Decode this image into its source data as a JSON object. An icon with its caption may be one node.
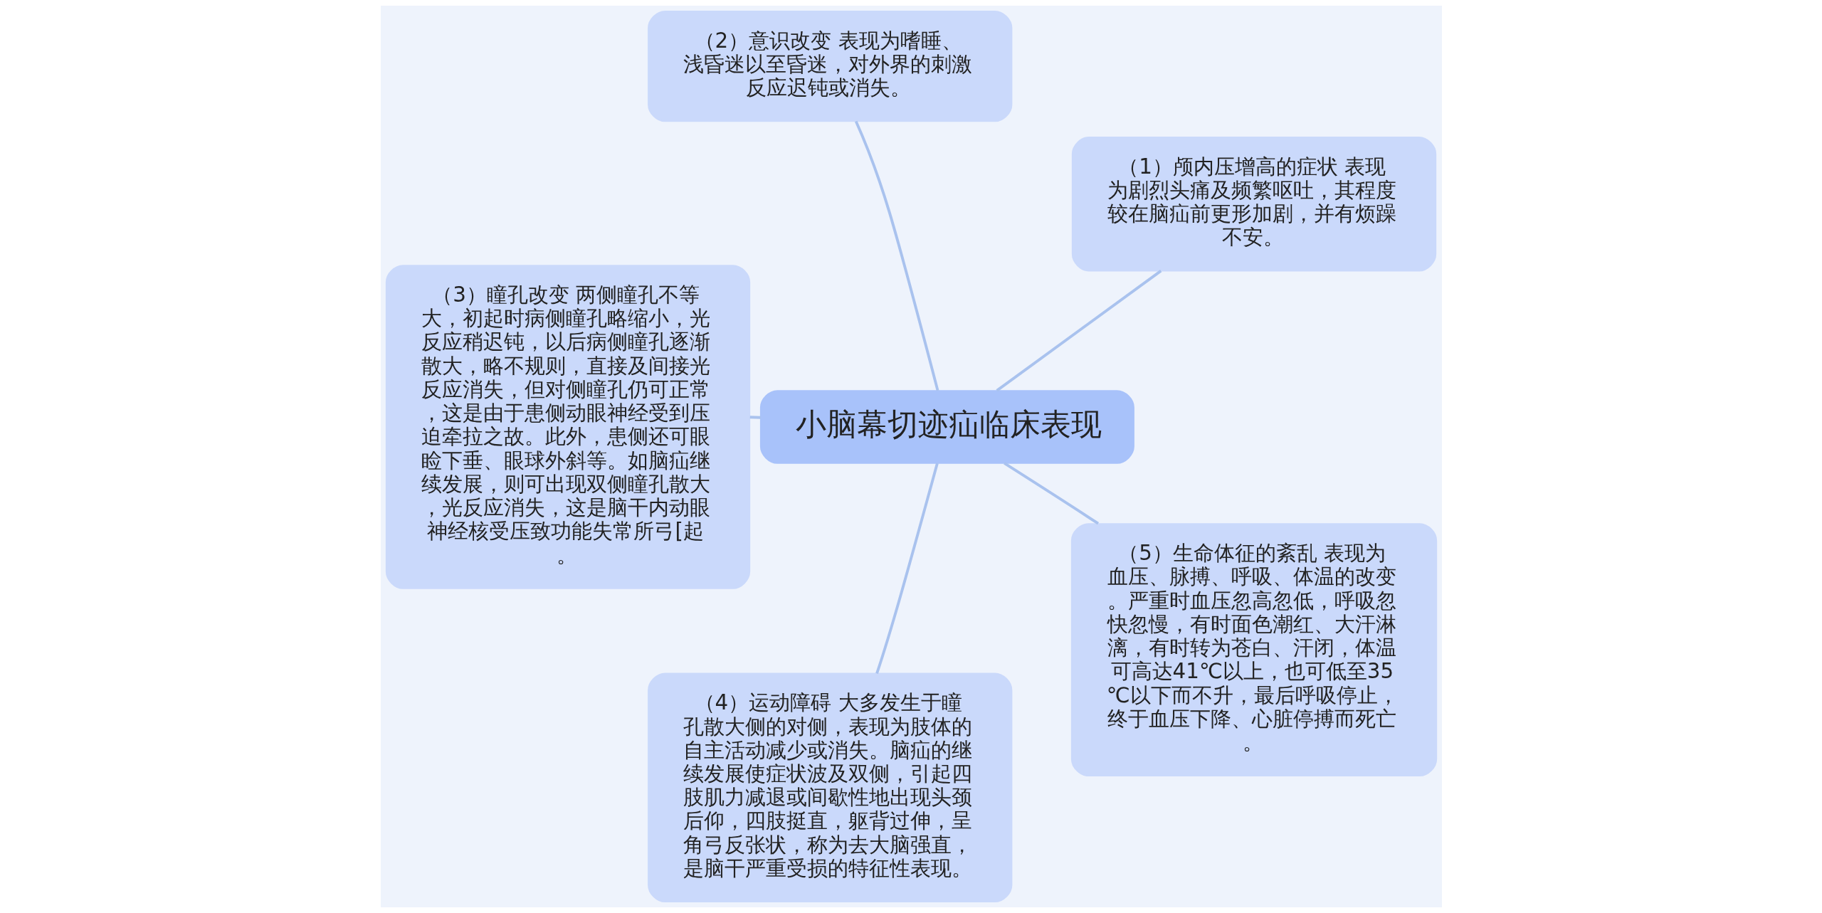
{
  "diagram": {
    "nodes": [
      {
        "text": [
          "小脑幕切迹疝临床表现"
        ]
      },
      {
        "text": [
          "（1）颅内压增高的症状 表现为剧烈头痛及频繁呕吐，其程度较在脑疝前更形加剧，并有烦躁不安。"
        ]
      },
      {
        "text": [
          "（2）意识改变 表现为嗜睡、浅昏迷以至昏迷，对外界的刺激反应迟钝或消失。"
        ]
      },
      {
        "text": [
          "（3）瞳孔改变 两侧瞳孔不等大，初起时病侧瞳孔略缩小，光反应稍迟钝，以后病侧瞳孔逐渐散大，略不规则，直接及间接光反应消失，但对侧瞳孔仍可正常，这是由于患侧动眼神经受到压迫牵拉之故。此外，患侧还可眼睑下垂、眼球外斜等。如脑疝继续发展，则可出现双侧瞳孔散大，光反应消失，这是脑干内动眼神经核受压致功能失常所弓[起。"
        ]
      },
      {
        "text": [
          "（4）运动障碍 大多发生于瞳孔散大侧的对侧，表现为肢体的自主活动减少或消失。脑疝的继续发展使症状波及双侧，引起四肢肌力减退或间歇性地出现头颈后仰，四肢挺直，躯背过伸，呈角弓反张状，称为去大脑强直，是脑干严重受损的特征性表现。"
        ]
      },
      {
        "text": [
          "（5）生命体征的紊乱 表现为血压、脉搏、呼吸、体温的改变。严重时血压忽高忽低，呼吸忽快忽慢，有时面色潮红、大汗淋漓，有时转为苍白、汗闭，体温可高达41℃以上，也可低至35℃以下而不升，最后呼吸停止，终于血压下降、心脏停搏而死亡。"
        ]
      }
    ],
    "edges": [
      {
        "from": 0,
        "to": 1,
        "arrow": "none"
      },
      {
        "from": 0,
        "to": 2,
        "arrow": "none"
      },
      {
        "from": 0,
        "to": 3,
        "arrow": "none"
      },
      {
        "from": 0,
        "to": 4,
        "arrow": "none"
      },
      {
        "from": 0,
        "to": 5,
        "arrow": "none"
      }
    ]
  }
}
